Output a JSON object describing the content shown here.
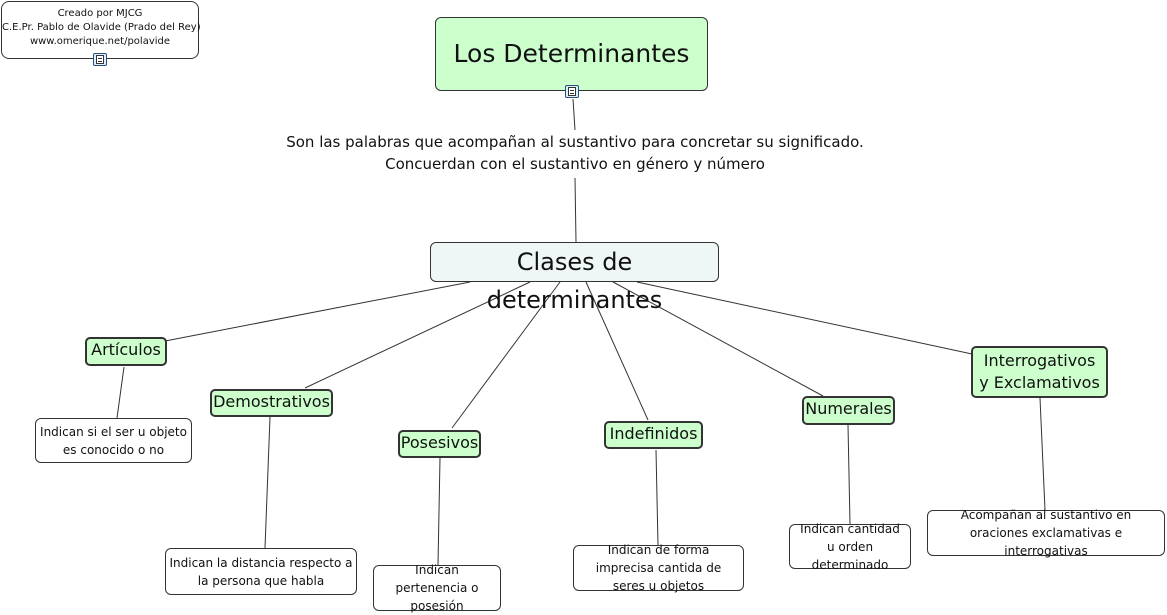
{
  "credit": {
    "line1": "Creado por MJCG",
    "line2": "C.E.Pr. Pablo de Olavide (Prado del Rey)",
    "line3": "www.omerique.net/polavide"
  },
  "root": {
    "title": "Los Determinantes"
  },
  "definition": {
    "line1": "Son las palabras que acompañan al sustantivo para concretar su significado.",
    "line2": "Concuerdan con el sustantivo en género y número"
  },
  "classes": {
    "title": "Clases de determinantes"
  },
  "categories": [
    {
      "label": "Artículos",
      "description": "Indican si el ser u objeto es conocido o no"
    },
    {
      "label": "Demostrativos",
      "description": "Indican la distancia respecto a la persona que habla"
    },
    {
      "label": "Posesivos",
      "description": "Indican pertenencia o posesión"
    },
    {
      "label": "Indefinidos",
      "description": "Indican de forma imprecisa cantida de seres u objetos"
    },
    {
      "label": "Numerales",
      "description": "Indican cantidad u orden determinado"
    },
    {
      "label": "Interrogativos y Exclamativos",
      "description": "Acompañan al sustantivo en oraciones exclamativas e interrogativas"
    }
  ],
  "icons": {
    "note": "document-icon"
  },
  "colors": {
    "concept_fill": "#ccffcc",
    "classes_fill": "#eef6f6",
    "line": "#333333"
  }
}
